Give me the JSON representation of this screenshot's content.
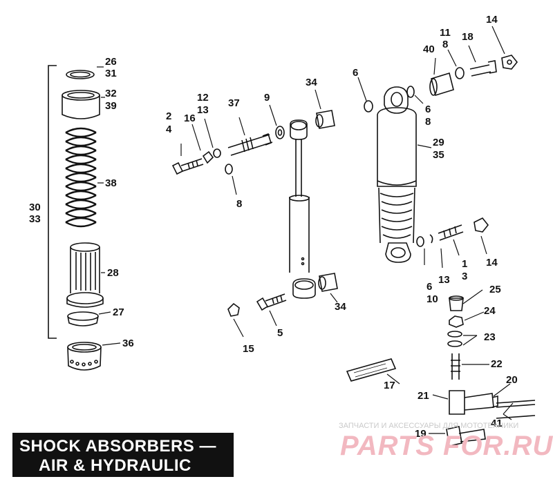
{
  "title": {
    "line1": "SHOCK ABSORBERS —",
    "line2": "AIR & HYDRAULIC"
  },
  "watermark": {
    "text": "ЗАПЧАСТИ И АКСЕССУАРЫ ДЛЯ МОТОТЕХНИКИ",
    "logo": "PARTS FOR.RU"
  },
  "callouts": {
    "c26": "26",
    "c31": "31",
    "c32": "32",
    "c39": "39",
    "c38": "38",
    "c30": "30",
    "c33": "33",
    "c28": "28",
    "c27": "27",
    "c36": "36",
    "c2": "2",
    "c4": "4",
    "c16": "16",
    "c12": "12",
    "c13a": "13",
    "c37": "37",
    "c9": "9",
    "c34a": "34",
    "c8a": "8",
    "c15": "15",
    "c5": "5",
    "c34b": "34",
    "c6a": "6",
    "c6b": "6",
    "c8b": "8",
    "c29": "29",
    "c35": "35",
    "c40": "40",
    "c11": "11",
    "c8c": "8",
    "c18": "18",
    "c14a": "14",
    "c1": "1",
    "c3": "3",
    "c13b": "13",
    "c6c": "6",
    "c10": "10",
    "c14b": "14",
    "c25": "25",
    "c24": "24",
    "c23": "23",
    "c22": "22",
    "c17": "17",
    "c20": "20",
    "c21": "21",
    "c41": "41",
    "c19": "19"
  }
}
